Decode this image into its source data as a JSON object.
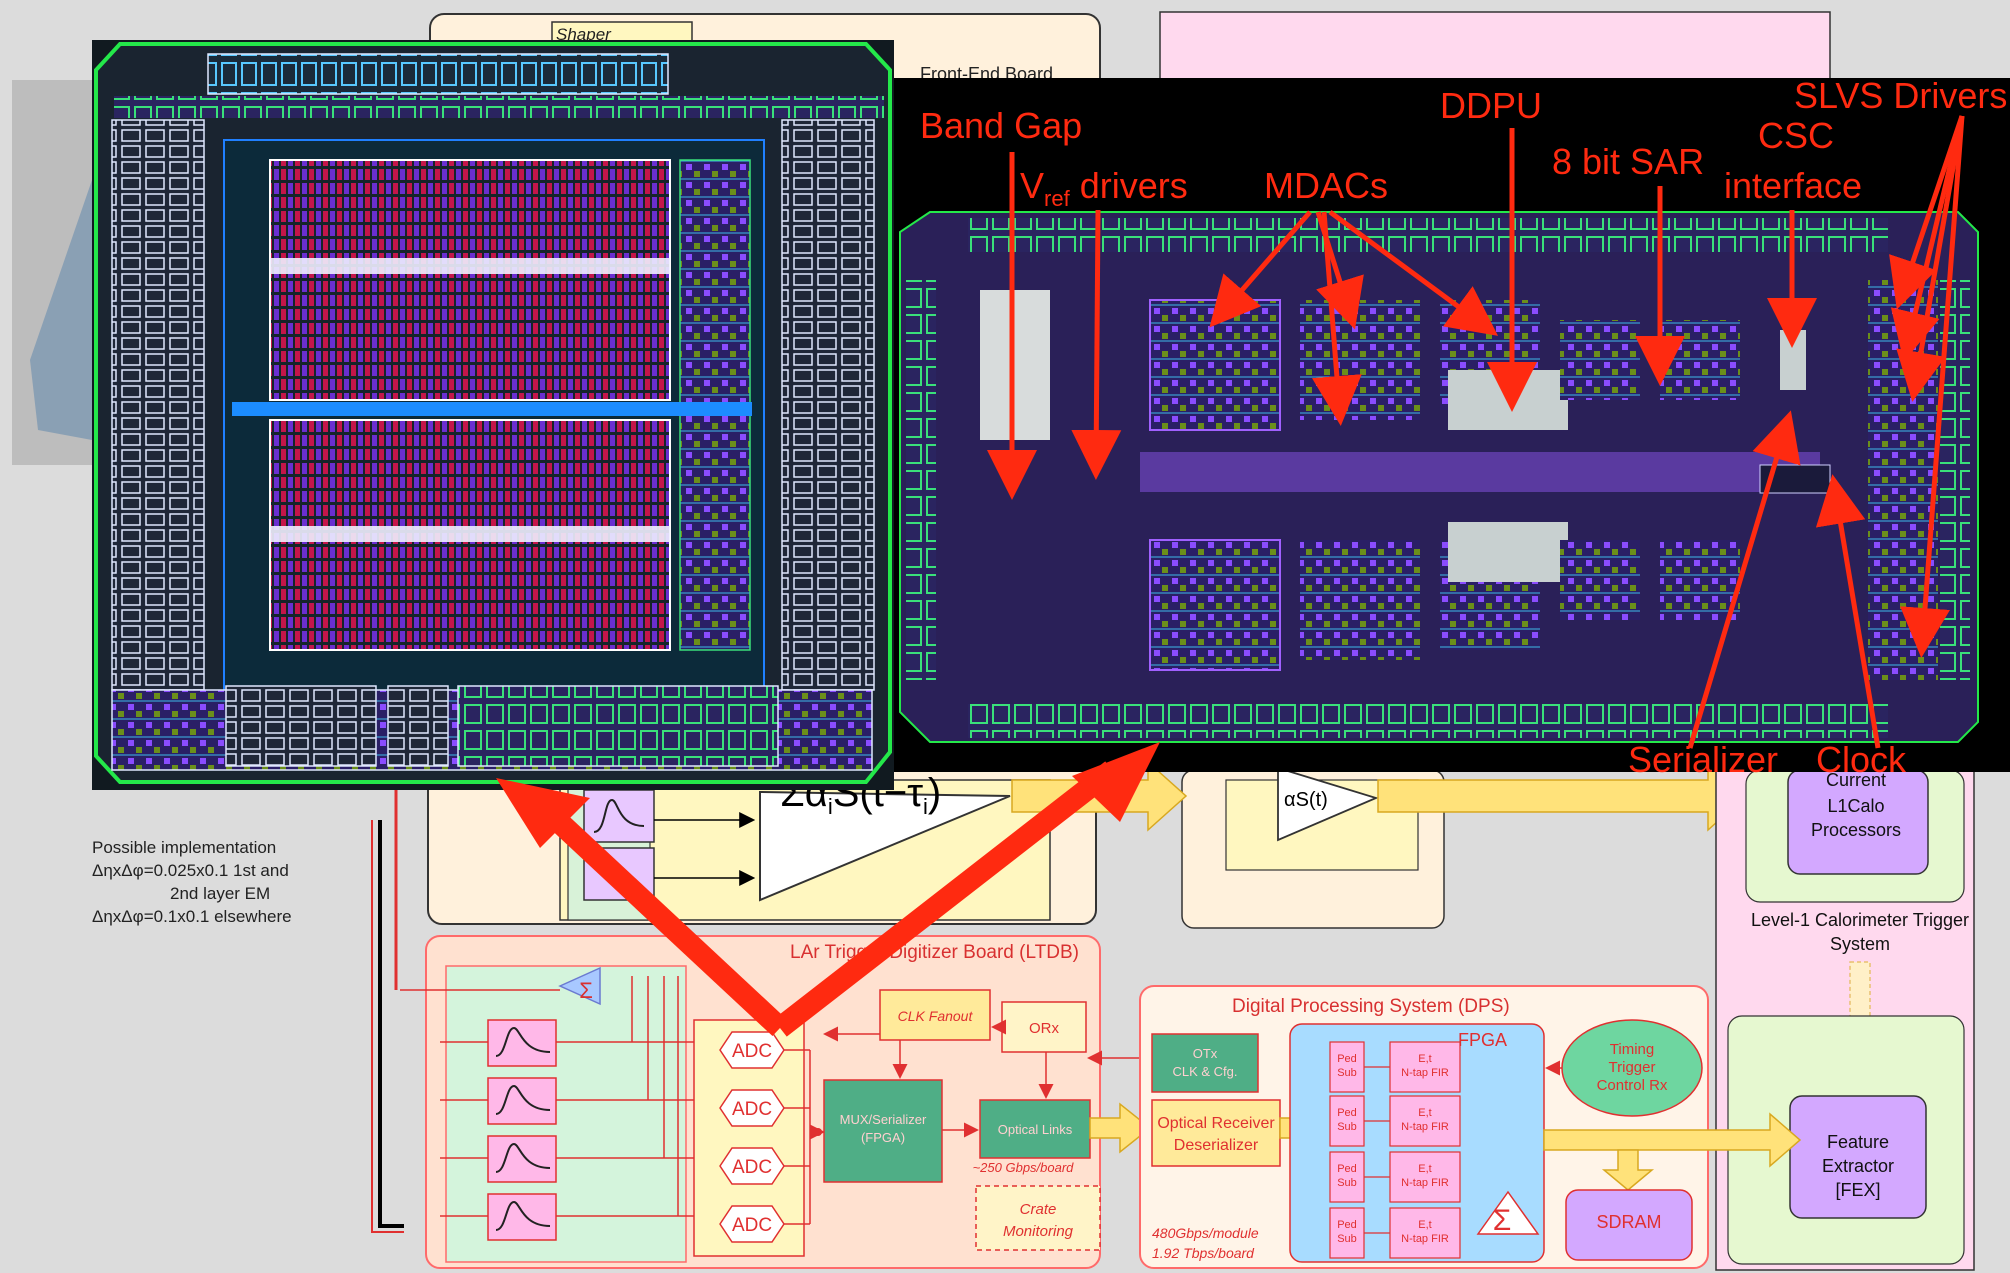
{
  "board_labels": {
    "shaper": "Shaper",
    "front_end_board": "Front-End Board",
    "ltdb": "LAr Trigger Digitizer Board (LTDB)",
    "dps": "Digital Processing System (DPS)",
    "fpga": "FPGA",
    "l1calo_system_line1": "Level-1 Calorimeter Trigger",
    "l1calo_system_line2": "System"
  },
  "implementation_note": {
    "line1": "Possible implementation",
    "line2": "ΔηxΔφ=0.025x0.1 1st and",
    "line3": "2nd layer EM",
    "line4": "ΔηxΔφ=0.1x0.1 elsewhere"
  },
  "ltdb_blocks": {
    "adc": "ADC",
    "clk_fanout": "CLK Fanout",
    "orx": "ORx",
    "mux_line1": "MUX/Serializer",
    "mux_line2": "(FPGA)",
    "optical_links": "Optical Links",
    "bandwidth": "~250 Gbps/board",
    "crate_line1": "Crate",
    "crate_line2": "Monitoring",
    "sum_symbol": "Σ",
    "sum_formula": "Σα",
    "sum_formula_rest": "S(t−τ",
    "sum_sub": "i",
    "sum_close": ")"
  },
  "dps_blocks": {
    "otx_line1": "OTx",
    "otx_line2": "CLK & Cfg.",
    "orec_line1": "Optical Receiver",
    "orec_line2": "Deserializer",
    "ped_sub_line1": "Ped",
    "ped_sub_line2": "Sub",
    "fir_line1": "E,t",
    "fir_line2": "N-tap FIR",
    "timing_line1": "Timing",
    "timing_line2": "Trigger",
    "timing_line3": "Control Rx",
    "sdram": "SDRAM",
    "sigma": "Σ",
    "rate1": "480Gbps/module",
    "rate2": "1.92 Tbps/board",
    "alpha_s": "αS(t)"
  },
  "l1calo_blocks": {
    "current_line1": "Current",
    "current_line2": "L1Calo",
    "current_line3": "Processors",
    "fex_line1": "Feature",
    "fex_line2": "Extractor",
    "fex_line3": "[FEX]"
  },
  "chip_annotations": {
    "band_gap": "Band Gap",
    "vref": "V",
    "vref_sub": "ref",
    "vref_rest": " drivers",
    "mdacs": "MDACs",
    "ddpu": "DDPU",
    "sar": "8 bit SAR",
    "csc_line1": "CSC",
    "csc_line2": "interface",
    "slvs": "SLVS Drivers",
    "serializer": "Serializer",
    "clock": "Clock"
  },
  "colors": {
    "annotation_red": "#ff2a10",
    "board_border": "#ff6a6a",
    "pink_panel": "#ffd9ee",
    "green_block": "#4fae86",
    "purple_block": "#d3a8ff",
    "blue_fpga": "#a8dcff",
    "yellow_block": "#ffeea6",
    "chip_green": "#24e84a"
  }
}
